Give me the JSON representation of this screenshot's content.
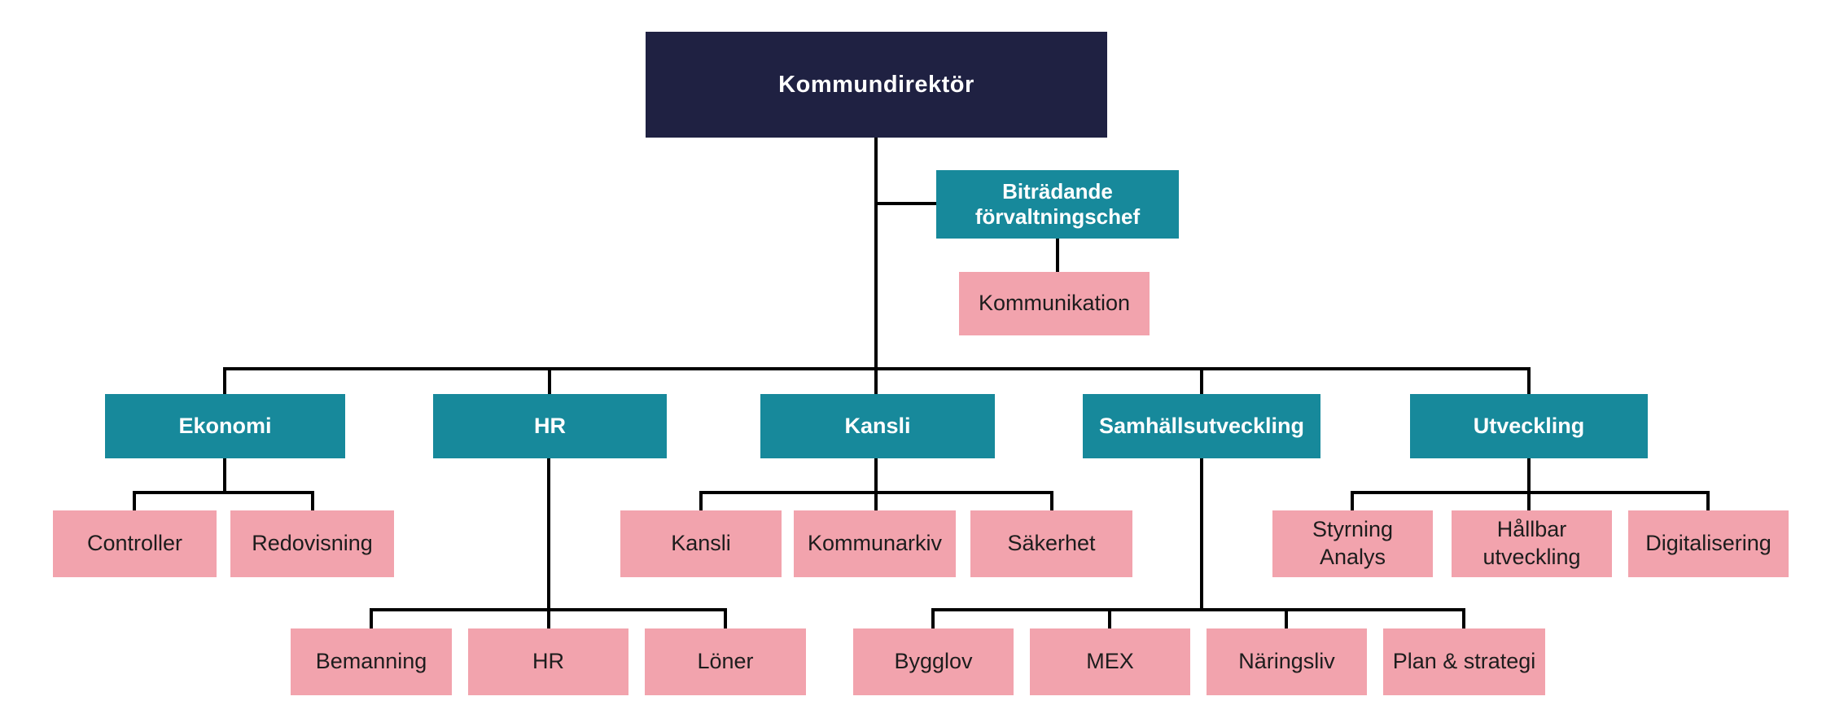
{
  "colors": {
    "navy": "#1f2142",
    "teal": "#17899b",
    "pink": "#f2a3ad",
    "ink": "#1d1d1d",
    "line": "#000000"
  },
  "org": {
    "root": {
      "label": "Kommundirektör"
    },
    "deputy": {
      "label": "Biträdande förvaltningschef"
    },
    "deputy_child": {
      "label": "Kommunikation"
    },
    "departments": [
      {
        "label": "Ekonomi",
        "children": [
          {
            "label": "Controller"
          },
          {
            "label": "Redovisning"
          }
        ]
      },
      {
        "label": "HR",
        "children": [
          {
            "label": "Bemanning"
          },
          {
            "label": "HR"
          },
          {
            "label": "Löner"
          }
        ]
      },
      {
        "label": "Kansli",
        "children": [
          {
            "label": "Kansli"
          },
          {
            "label": "Kommunarkiv"
          },
          {
            "label": "Säkerhet"
          }
        ]
      },
      {
        "label": "Samhällsutveckling",
        "children": [
          {
            "label": "Bygglov"
          },
          {
            "label": "MEX"
          },
          {
            "label": "Näringsliv"
          },
          {
            "label": "Plan & strategi"
          }
        ]
      },
      {
        "label": "Utveckling",
        "children": [
          {
            "label": "Styrning Analys"
          },
          {
            "label": "Hållbar utveckling"
          },
          {
            "label": "Digitalisering"
          }
        ]
      }
    ]
  }
}
